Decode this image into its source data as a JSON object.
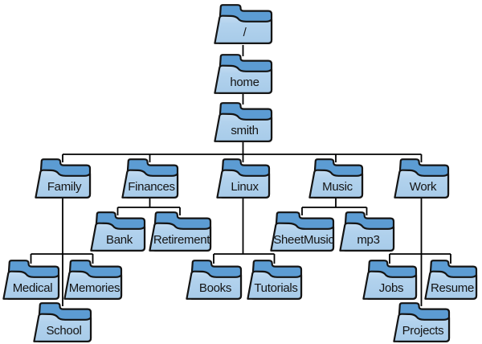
{
  "diagram": {
    "type": "filesystem-tree",
    "background": "#ffffff",
    "colors": {
      "folder_back": "#5c9cd3",
      "folder_front_light": "#c3dcf2",
      "folder_front": "#a7cbe9",
      "outline": "#141414",
      "connector": "#000000",
      "label_text": "#141414"
    },
    "nodes": [
      {
        "id": "root",
        "label": "/",
        "parent": null
      },
      {
        "id": "home",
        "label": "home",
        "parent": "root"
      },
      {
        "id": "smith",
        "label": "smith",
        "parent": "home"
      },
      {
        "id": "family",
        "label": "Family",
        "parent": "smith"
      },
      {
        "id": "finances",
        "label": "Finances",
        "parent": "smith"
      },
      {
        "id": "linux",
        "label": "Linux",
        "parent": "smith"
      },
      {
        "id": "music",
        "label": "Music",
        "parent": "smith"
      },
      {
        "id": "work",
        "label": "Work",
        "parent": "smith"
      },
      {
        "id": "bank",
        "label": "Bank",
        "parent": "finances"
      },
      {
        "id": "retirement",
        "label": "Retirement",
        "parent": "finances"
      },
      {
        "id": "sheetmusic",
        "label": "SheetMusic",
        "parent": "music"
      },
      {
        "id": "mp3",
        "label": "mp3",
        "parent": "music"
      },
      {
        "id": "medical",
        "label": "Medical",
        "parent": "family"
      },
      {
        "id": "memories",
        "label": "Memories",
        "parent": "family"
      },
      {
        "id": "school",
        "label": "School",
        "parent": "family"
      },
      {
        "id": "books",
        "label": "Books",
        "parent": "linux"
      },
      {
        "id": "tutorials",
        "label": "Tutorials",
        "parent": "linux"
      },
      {
        "id": "jobs",
        "label": "Jobs",
        "parent": "work"
      },
      {
        "id": "resume",
        "label": "Resume",
        "parent": "work"
      },
      {
        "id": "projects",
        "label": "Projects",
        "parent": "work"
      }
    ]
  }
}
